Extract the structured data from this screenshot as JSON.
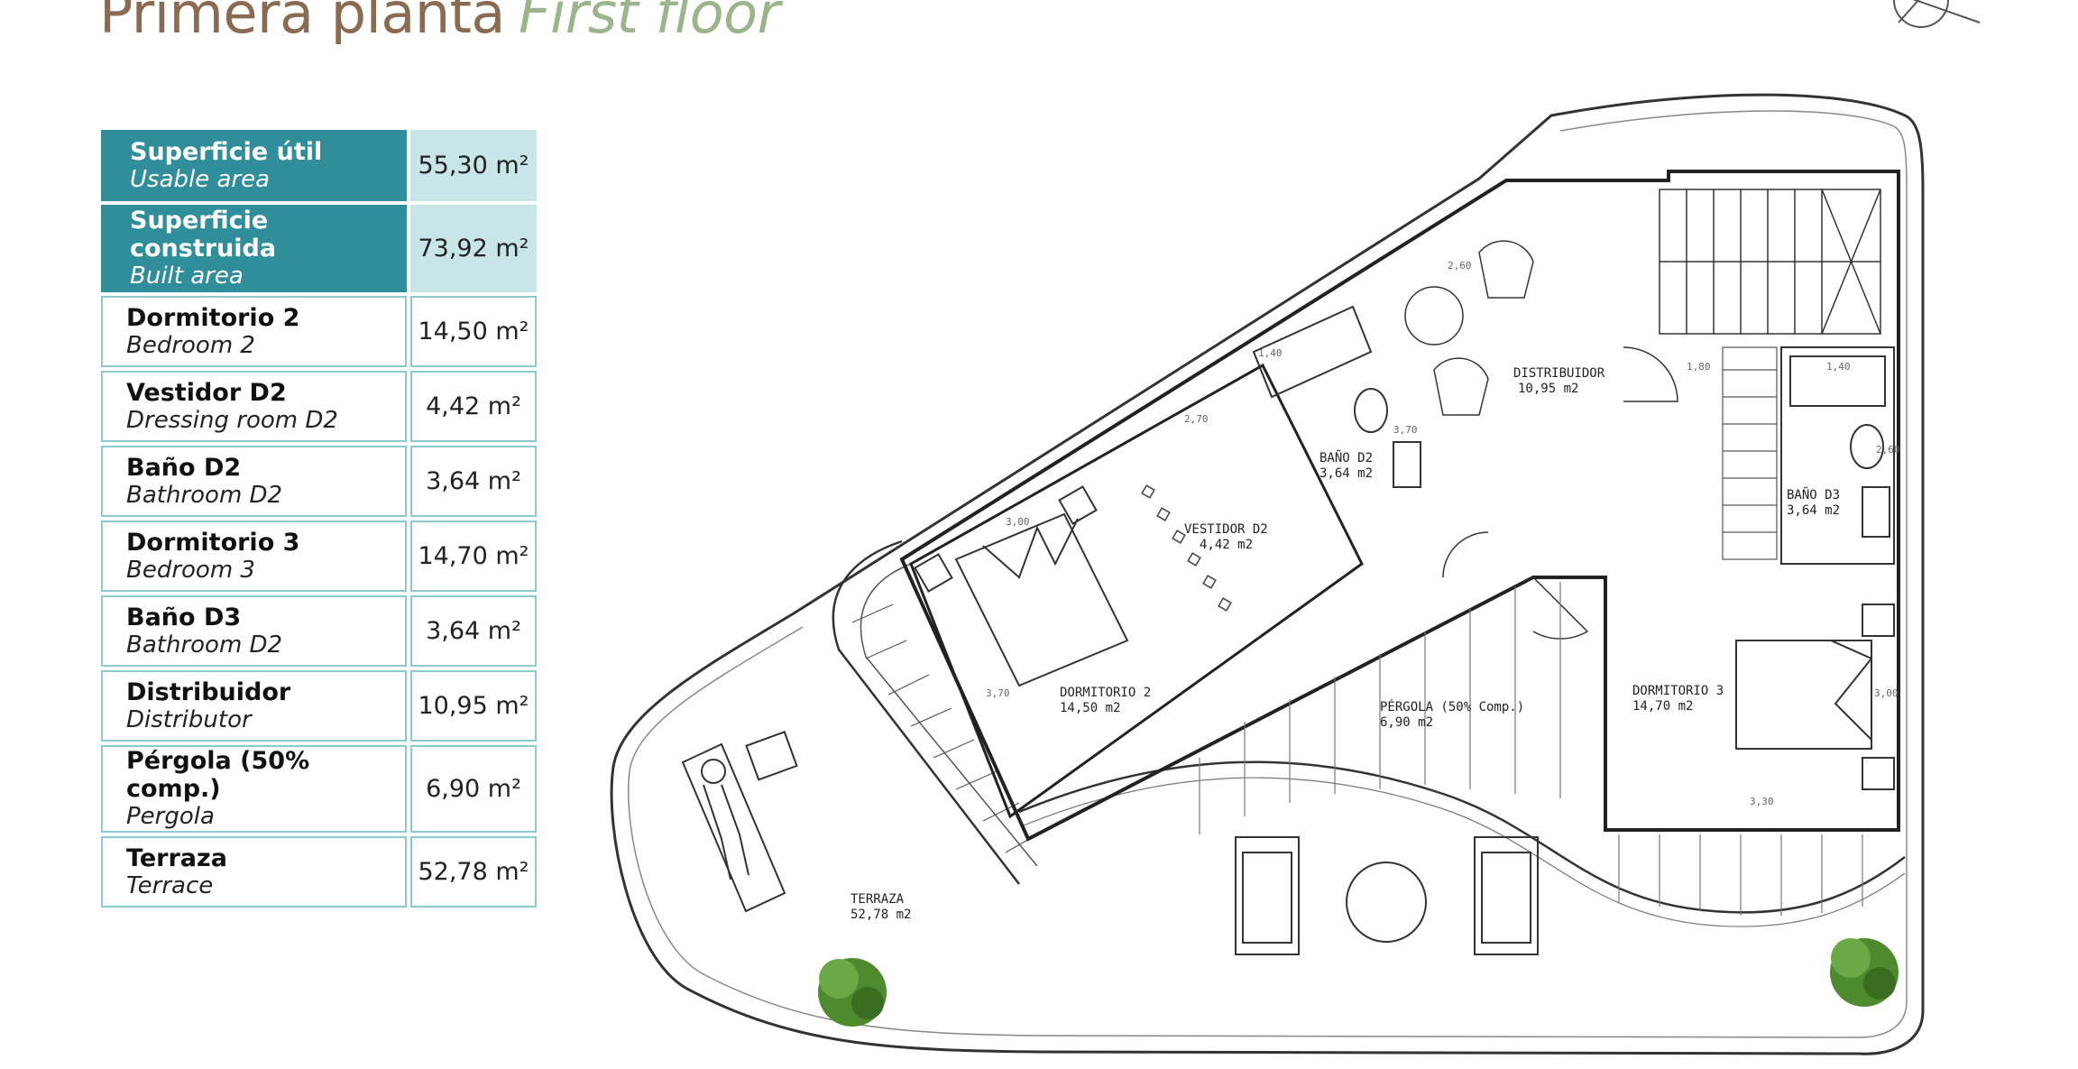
{
  "header": {
    "title_es": "Primera planta",
    "title_en": "First floor"
  },
  "areas": [
    {
      "es": "Superficie útil",
      "en": "Usable area",
      "value": "55,30 m²"
    },
    {
      "es": "Superficie construida",
      "en": "Built area",
      "value": "73,92 m²"
    },
    {
      "es": "Dormitorio 2",
      "en": "Bedroom 2",
      "value": "14,50 m²"
    },
    {
      "es": "Vestidor D2",
      "en": "Dressing room D2",
      "value": "4,42 m²"
    },
    {
      "es": "Baño D2",
      "en": "Bathroom D2",
      "value": "3,64 m²"
    },
    {
      "es": "Dormitorio 3",
      "en": "Bedroom 3",
      "value": "14,70 m²"
    },
    {
      "es": "Baño D3",
      "en": "Bathroom D2",
      "value": "3,64 m²"
    },
    {
      "es": "Distribuidor",
      "en": "Distributor",
      "value": "10,95 m²"
    },
    {
      "es": "Pérgola (50% comp.)",
      "en": "Pergola",
      "value": "6,90 m²"
    },
    {
      "es": "Terraza",
      "en": "Terrace",
      "value": "52,78 m²"
    }
  ],
  "plan": {
    "rooms": {
      "distribuidor": {
        "name": "DISTRIBUIDOR",
        "area": "10,95 m2"
      },
      "bano_d2": {
        "name": "BAÑO D2",
        "area": "3,64 m2"
      },
      "vestidor_d2": {
        "name": "VESTIDOR D2",
        "area": "4,42 m2"
      },
      "dormitorio_2": {
        "name": "DORMITORIO 2",
        "area": "14,50 m2"
      },
      "pergola": {
        "name": "PÉRGOLA (50% Comp.)",
        "area": "6,90 m2"
      },
      "bano_d3": {
        "name": "BAÑO D3",
        "area": "3,64 m2"
      },
      "dormitorio_3": {
        "name": "DORMITORIO 3",
        "area": "14,70 m2"
      },
      "terraza": {
        "name": "TERRAZA",
        "area": "52,78 m2"
      }
    },
    "dimensions": {
      "d_2_60a": "2,60",
      "d_1_40a": "1,40",
      "d_1_80": "1,80",
      "d_1_40b": "1,40",
      "d_2_60b": "2,60",
      "d_3_70a": "3,70",
      "d_2_70": "2,70",
      "d_3_00a": "3,00",
      "d_3_70b": "3,70",
      "d_3_00b": "3,00",
      "d_3_30": "3,30"
    }
  }
}
